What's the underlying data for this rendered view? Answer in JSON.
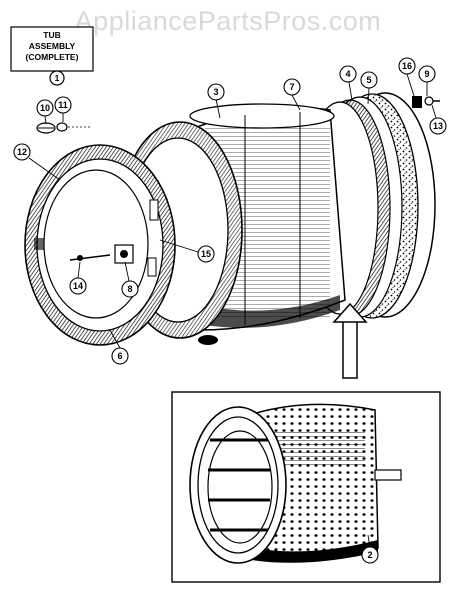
{
  "watermark": "AppliancePartsPros.com",
  "assembly_label": {
    "line1": "TUB",
    "line2": "ASSEMBLY",
    "line3": "(COMPLETE)",
    "number": "1"
  },
  "callouts": {
    "c2": "2",
    "c3": "3",
    "c4": "4",
    "c5": "5",
    "c6": "6",
    "c7": "7",
    "c8": "8",
    "c9": "9",
    "c10": "10",
    "c11": "11",
    "c12": "12",
    "c13": "13",
    "c14": "14",
    "c15": "15",
    "c16": "16"
  }
}
